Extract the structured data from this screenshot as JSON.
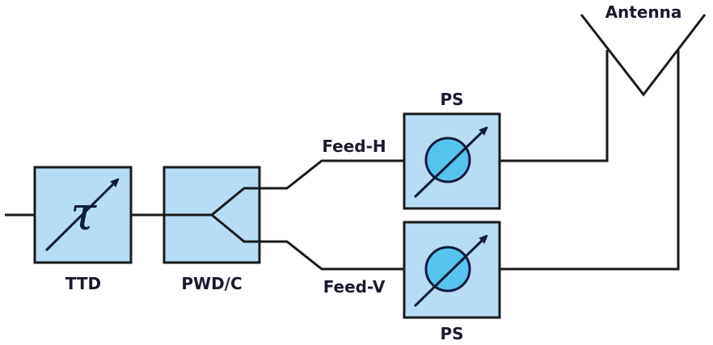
{
  "labels": {
    "antenna": "Antenna",
    "ps_top": "PS",
    "ps_bottom": "PS",
    "feed_h": "Feed-H",
    "feed_v": "Feed-V",
    "ttd": "TTD",
    "pwd": "PWD/C",
    "tau": "τ"
  },
  "colors": {
    "box_fill": "#b7dcf4",
    "circle_fill": "#57c4f0",
    "arrow": "#0f1c3a",
    "wire": "#1a1a1a"
  }
}
